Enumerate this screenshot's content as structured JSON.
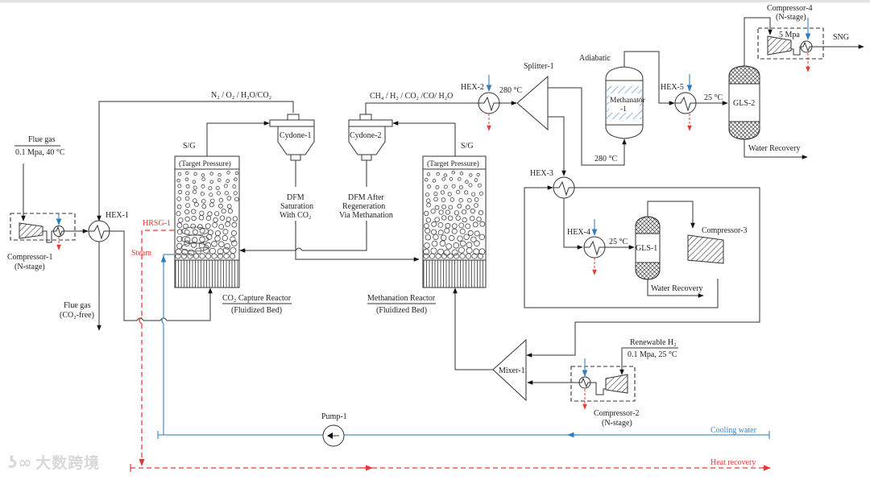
{
  "title": "DFM fluidized-bed CO2 capture and methanation process flowsheet",
  "inlets": {
    "flue_gas": {
      "name": "Flue gas",
      "conditions": "0.1 Mpa, 40 °C"
    },
    "renewable_h2": {
      "name": "Renewable H₂",
      "conditions": "0.1 Mpa, 25 °C"
    }
  },
  "outlets": {
    "flue_gas_clean": {
      "line1": "Flue gas",
      "line2": "(CO₂-free)"
    },
    "sng": "SNG",
    "water_recovery_1": "Water Recovery",
    "water_recovery_2": "Water Recovery"
  },
  "units": {
    "compressor_1": {
      "name": "Compressor-1",
      "sub": "(N-stage)"
    },
    "compressor_2": {
      "name": "Compressor-2",
      "sub": "(N-stage)"
    },
    "compressor_3": {
      "name": "Compressor-3"
    },
    "compressor_4": {
      "name": "Compressor-4",
      "sub": "(N-stage)",
      "pressure": "5 Mpa"
    },
    "hex_1": "HEX-1",
    "hex_2": {
      "name": "HEX-2",
      "temp": "280 °C"
    },
    "hex_3": "HEX-3",
    "hex_4": {
      "name": "HEX-4",
      "temp": "25 °C"
    },
    "hex_5": {
      "name": "HEX-5",
      "temp": "25 °C"
    },
    "hrsg_1": "HRSG-1",
    "cyclone_1": "Cydone-1",
    "cyclone_2": "Cydone-2",
    "splitter_1": "Splitter-1",
    "mixer_1": "Mixer-1",
    "pump_1": "Pump-1",
    "gls_1": "GLS-1",
    "gls_2": "GLS-2",
    "methanator_1": {
      "line1": "Methanator",
      "line2": "-1",
      "mode": "Adiabatic",
      "feed_temp": "280 °C"
    },
    "capture_reactor": {
      "name": "CO₂ Capture Reactor",
      "sub": "(Fluidized Bed)",
      "top": "(Target Pressure)",
      "sg": "S/G"
    },
    "methanation_reactor": {
      "name": "Methanation Reactor",
      "sub": "(Fluidized Bed)",
      "top": "(Target Pressure)",
      "sg": "S/G"
    }
  },
  "streams": {
    "capture_offgas": "N₂ / O₂ / H₂O/CO₂",
    "methanation_offgas": "CH₄ / H₂ / CO₂ /CO/ H₂O",
    "dfm_saturated": [
      "DFM",
      "Saturation",
      "With CO₂"
    ],
    "dfm_regenerated": [
      "DFM After",
      "Regeneration",
      "Via Methanation"
    ],
    "steam": "Steam",
    "cooling_water": "Cooling water",
    "heat_recovery": "Heat recovery"
  },
  "colors": {
    "process_line": "#333333",
    "cooling_water": "#4a90c8",
    "heat_recovery": "#ee3b3b"
  },
  "watermark": "大数跨境"
}
